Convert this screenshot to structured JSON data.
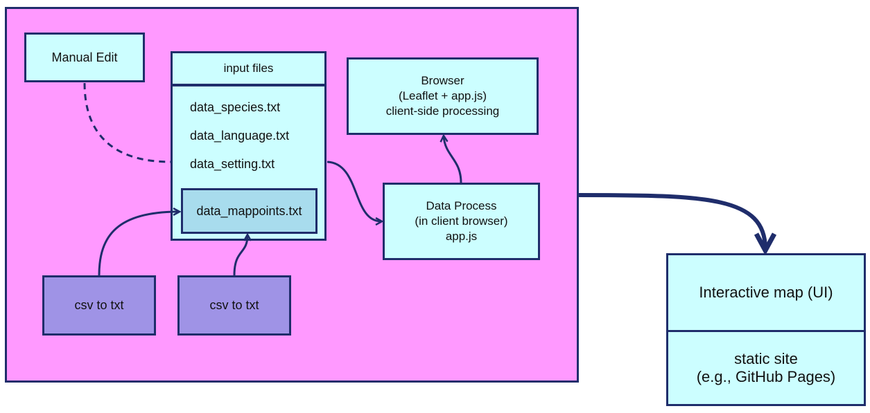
{
  "nodes": {
    "manual_edit": "Manual Edit",
    "input_files": {
      "title": "input files",
      "items": [
        "data_species.txt",
        "data_language.txt",
        "data_setting.txt"
      ],
      "highlighted_item": "data_mappoints.txt"
    },
    "csv_to_txt_left": "csv to txt",
    "csv_to_txt_right": "csv to txt",
    "browser": "Browser\n(Leaflet + app.js)\nclient-side processing",
    "data_process": "Data Process\n(in client browser)\napp.js",
    "interactive_map": {
      "title": "Interactive map (UI)",
      "subtitle": "static site\n(e.g., GitHub Pages)"
    }
  },
  "edges": [
    {
      "from": "manual_edit",
      "to": "input_files",
      "style": "dashed"
    },
    {
      "from": "csv_to_txt_left",
      "to": "data_mappoints.txt",
      "style": "solid-arrow"
    },
    {
      "from": "csv_to_txt_right",
      "to": "data_mappoints.txt",
      "style": "solid-arrow"
    },
    {
      "from": "input_files",
      "to": "data_process",
      "style": "solid-arrow"
    },
    {
      "from": "data_process",
      "to": "browser",
      "style": "solid-arrow"
    },
    {
      "from": "system_container",
      "to": "interactive_map",
      "style": "thick-arrow"
    }
  ],
  "colors": {
    "container": "#ff99ff",
    "node_cyan": "#ccfeff",
    "node_purple": "#9f93e6",
    "node_highlight": "#a8dced",
    "stroke": "#1f2d6b"
  }
}
